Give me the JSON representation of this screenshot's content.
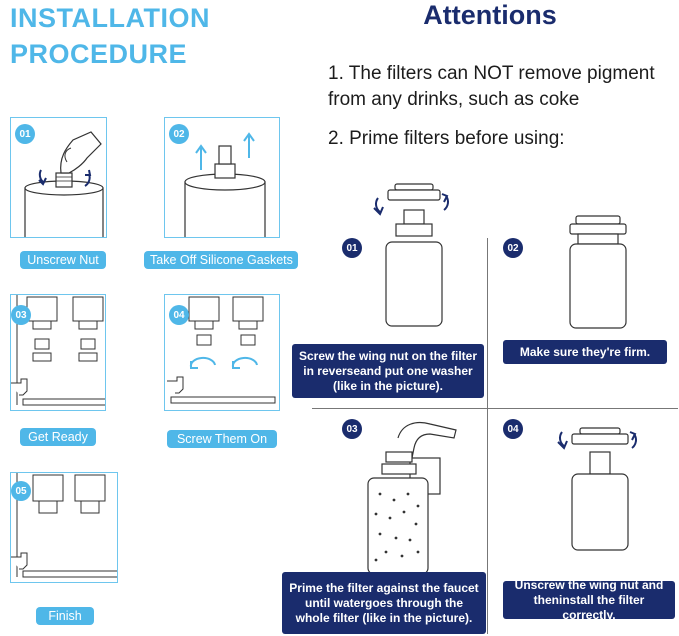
{
  "installation": {
    "title_line1": "INSTALLATION",
    "title_line2": "PROCEDURE",
    "steps": [
      {
        "num": "01",
        "label": "Unscrew Nut"
      },
      {
        "num": "02",
        "label": "Take Off Silicone Gaskets"
      },
      {
        "num": "03",
        "label": "Get Ready"
      },
      {
        "num": "04",
        "label": "Screw Them On"
      },
      {
        "num": "05",
        "label": "Finish"
      }
    ]
  },
  "attentions": {
    "title": "Attentions",
    "note1": "1. The filters can NOT remove pigment from any drinks, such as coke",
    "note2": "2. Prime filters before using:",
    "quadrants": [
      {
        "num": "01",
        "caption": "Screw the wing nut on the filter in reverseand put one washer (like in the picture)."
      },
      {
        "num": "02",
        "caption": "Make sure they're firm."
      },
      {
        "num": "03",
        "caption": "Prime the filter against the faucet until watergoes through the whole filter (like in the picture)."
      },
      {
        "num": "04",
        "caption": "Unscrew the wing nut and theninstall the filter correctly."
      }
    ]
  },
  "colors": {
    "accent_light_blue": "#4fb7e8",
    "accent_navy": "#1a2c6d"
  }
}
